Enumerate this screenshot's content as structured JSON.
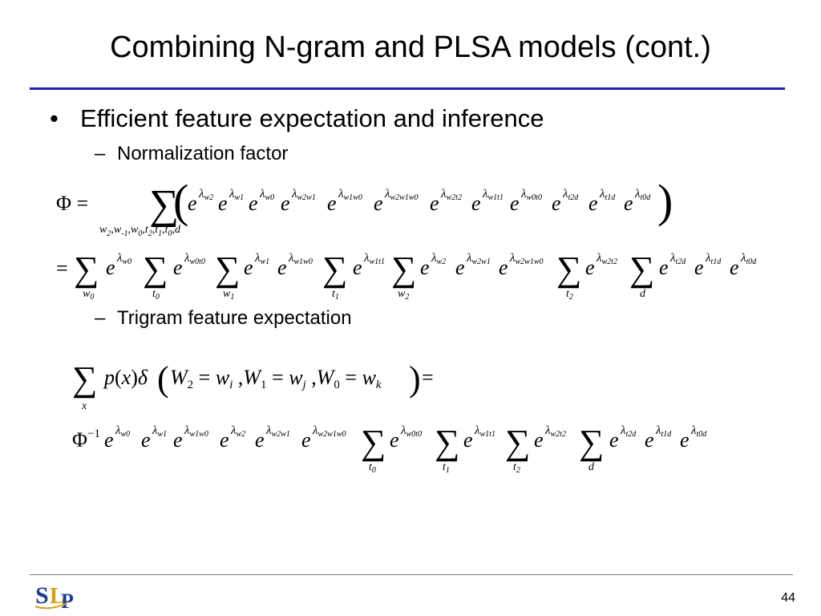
{
  "slide": {
    "title": "Combining N-gram and PLSA models (cont.)",
    "bullet_marker": "•",
    "dash_marker": "–",
    "bullet_1": "Efficient feature expectation and inference",
    "sub_1": "Normalization factor",
    "sub_2": "Trigram feature expectation",
    "page_number": "44"
  },
  "logo": {
    "text": "SLP",
    "icon": "slp-logo-icon",
    "color_blue": "#1f3d8c",
    "color_gold": "#d4a017"
  },
  "colors": {
    "title_rule": "#1f1fb4"
  },
  "equations": {
    "phi_lhs": "Φ =",
    "sum_sign": "∑",
    "sum_index_1": "w2 ,w-1 ,w0 ,t2 ,t1 ,t0 ,d",
    "exp_terms_row1": [
      "w2",
      "w1",
      "w0",
      "w2w1",
      "w1w0",
      "w2w1w0",
      "w2t2",
      "w1t1",
      "w0t0",
      "t2d",
      "t1d",
      "t0d"
    ],
    "row2_indices": [
      "w0",
      "t0",
      "w1",
      "t1",
      "w2",
      "t2",
      "d"
    ],
    "expectation_lhs": "∑ p(x) δ(W2 = wi , W1 = wj , W0 = wk) =",
    "sum_index_x": "x",
    "row4_prefix": "Φ−1",
    "row4_indices": [
      "t0",
      "t1",
      "t2",
      "d"
    ]
  }
}
